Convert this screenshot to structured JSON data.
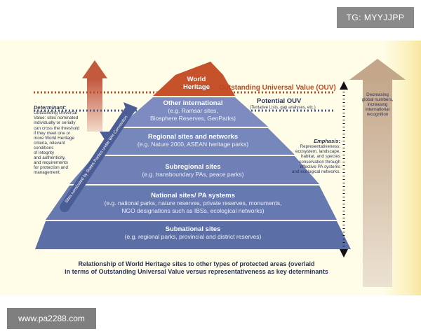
{
  "watermark_top": "TG: MYYJJPP",
  "watermark_bottom": "www.pa2288.com",
  "apex": {
    "line1": "World",
    "line2": "Heritage"
  },
  "levels": [
    {
      "title": "Other international",
      "sub1": "(e.g. Ramsar sites,",
      "sub2": "Biosphere Reserves, GeoParks)"
    },
    {
      "title": "Regional sites and networks",
      "sub1": "(e.g. Nature 2000, ASEAN heritage parks)"
    },
    {
      "title": "Subregional sites",
      "sub1": "(e.g. transboundary PAs, peace parks)"
    },
    {
      "title": "National sites/ PA systems",
      "sub1": "(e.g. national parks, nature reserves, private reserves, monuments,",
      "sub2": "NGO designations such as IBSs, ecological networks)"
    },
    {
      "title": "Subnational sites",
      "sub1": "(e.g. regional parks, provincial and district reserves)"
    }
  ],
  "ouv_label": "Outstanding Universal Value (OUV)",
  "potential_ouv": {
    "title": "Potential OUV",
    "sub": "(Tentative Lists, gap analyses, etc.)"
  },
  "determinant": {
    "head": "Determinant:",
    "lines": [
      "Outstanding Universal",
      "Value: sites nominated",
      "individually or serially",
      "can cross the threshold",
      "if they meet one or",
      "more World Heritage",
      "criteria, relevant",
      "conditions",
      "of integrity",
      "and authenticity,",
      "and requirements",
      "for protection and",
      "management."
    ]
  },
  "emphasis": {
    "head": "Emphasis:",
    "lines": [
      "Representativeness:",
      "ecosystem, landscape,",
      "habitat, and species",
      "conservation through",
      "effective PA systems",
      "and ecological networks."
    ]
  },
  "decreasing": {
    "lines": [
      "Decreasing",
      "global numbers,",
      "increasing",
      "international",
      "recognition"
    ]
  },
  "nominated_label": "Sites nominated by States Parties under WH Convention",
  "caption": {
    "line1": "Relationship of World Heritage sites to other types of protected areas (overlaid",
    "line2": "in terms of Outstanding Universal Value versus representativeness as key determinants"
  },
  "colors": {
    "background": "#fffde8",
    "pyramid_base": "#5b6fa6",
    "pyramid_top": "#7d8bc0",
    "apex": "#c6522c",
    "navy_text": "#2b3458",
    "ouv_text": "#c0481f",
    "arrow_up_left": "#c25a3c",
    "arrow_right": "#cdb49c"
  },
  "icons": [
    "up-arrow-red-icon",
    "curved-arrow-icon",
    "double-headed-arrow-icon",
    "up-arrow-beige-icon"
  ]
}
